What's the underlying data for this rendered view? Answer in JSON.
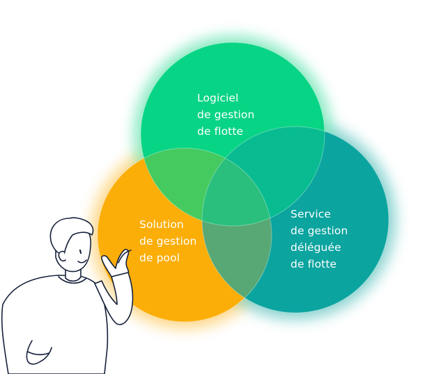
{
  "diagram": {
    "circles": [
      {
        "id": "software",
        "lines": [
          "Logiciel",
          "de gestion",
          "de flotte"
        ],
        "color": "#07D484"
      },
      {
        "id": "pool",
        "lines": [
          "Solution",
          "de gestion",
          "de pool"
        ],
        "color": "#FBAE08"
      },
      {
        "id": "service",
        "lines": [
          "Service",
          "de gestion",
          "déléguée",
          "de flotte"
        ],
        "color": "#0BA49F"
      }
    ],
    "overlap_colors": {
      "software_pool": "#44CA5F",
      "software_service": "#08BB90",
      "pool_service": "#57A874",
      "all_three": "#2ABF7C"
    },
    "illustration": "person-waving-illustration"
  }
}
